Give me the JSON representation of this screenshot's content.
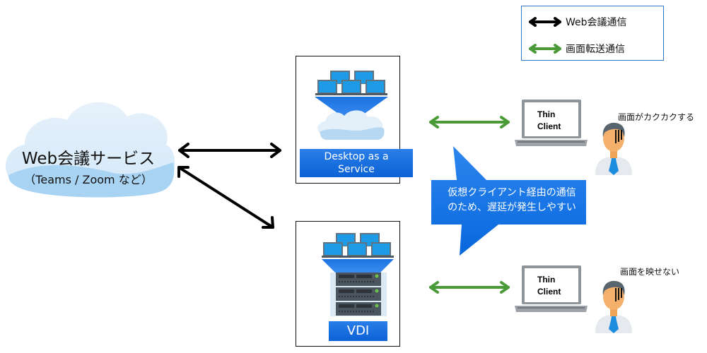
{
  "legend": {
    "items": [
      {
        "label": "Web会議通信",
        "color": "#000000"
      },
      {
        "label": "画面転送通信",
        "color": "#4a9a38"
      }
    ]
  },
  "web_service": {
    "title": "Web会議サービス",
    "subtitle": "（Teams / Zoom など）"
  },
  "daas": {
    "label_line1": "Desktop as a",
    "label_line2": "Service"
  },
  "vdi": {
    "label": "VDI"
  },
  "callout": {
    "line1": "仮想クライアント経由の通信",
    "line2": "のため、遅延が発生しやすい"
  },
  "clients": [
    {
      "screen_line1": "Thin",
      "screen_line2": "Client",
      "remark": "画面がカクカクする"
    },
    {
      "screen_line1": "Thin",
      "screen_line2": "Client",
      "remark": "画面を映せない"
    }
  ],
  "colors": {
    "web_arrow": "#000000",
    "screen_arrow": "#4a9a38",
    "accent_blue": "#0b6fe0",
    "legend_border": "#2f77c6"
  }
}
